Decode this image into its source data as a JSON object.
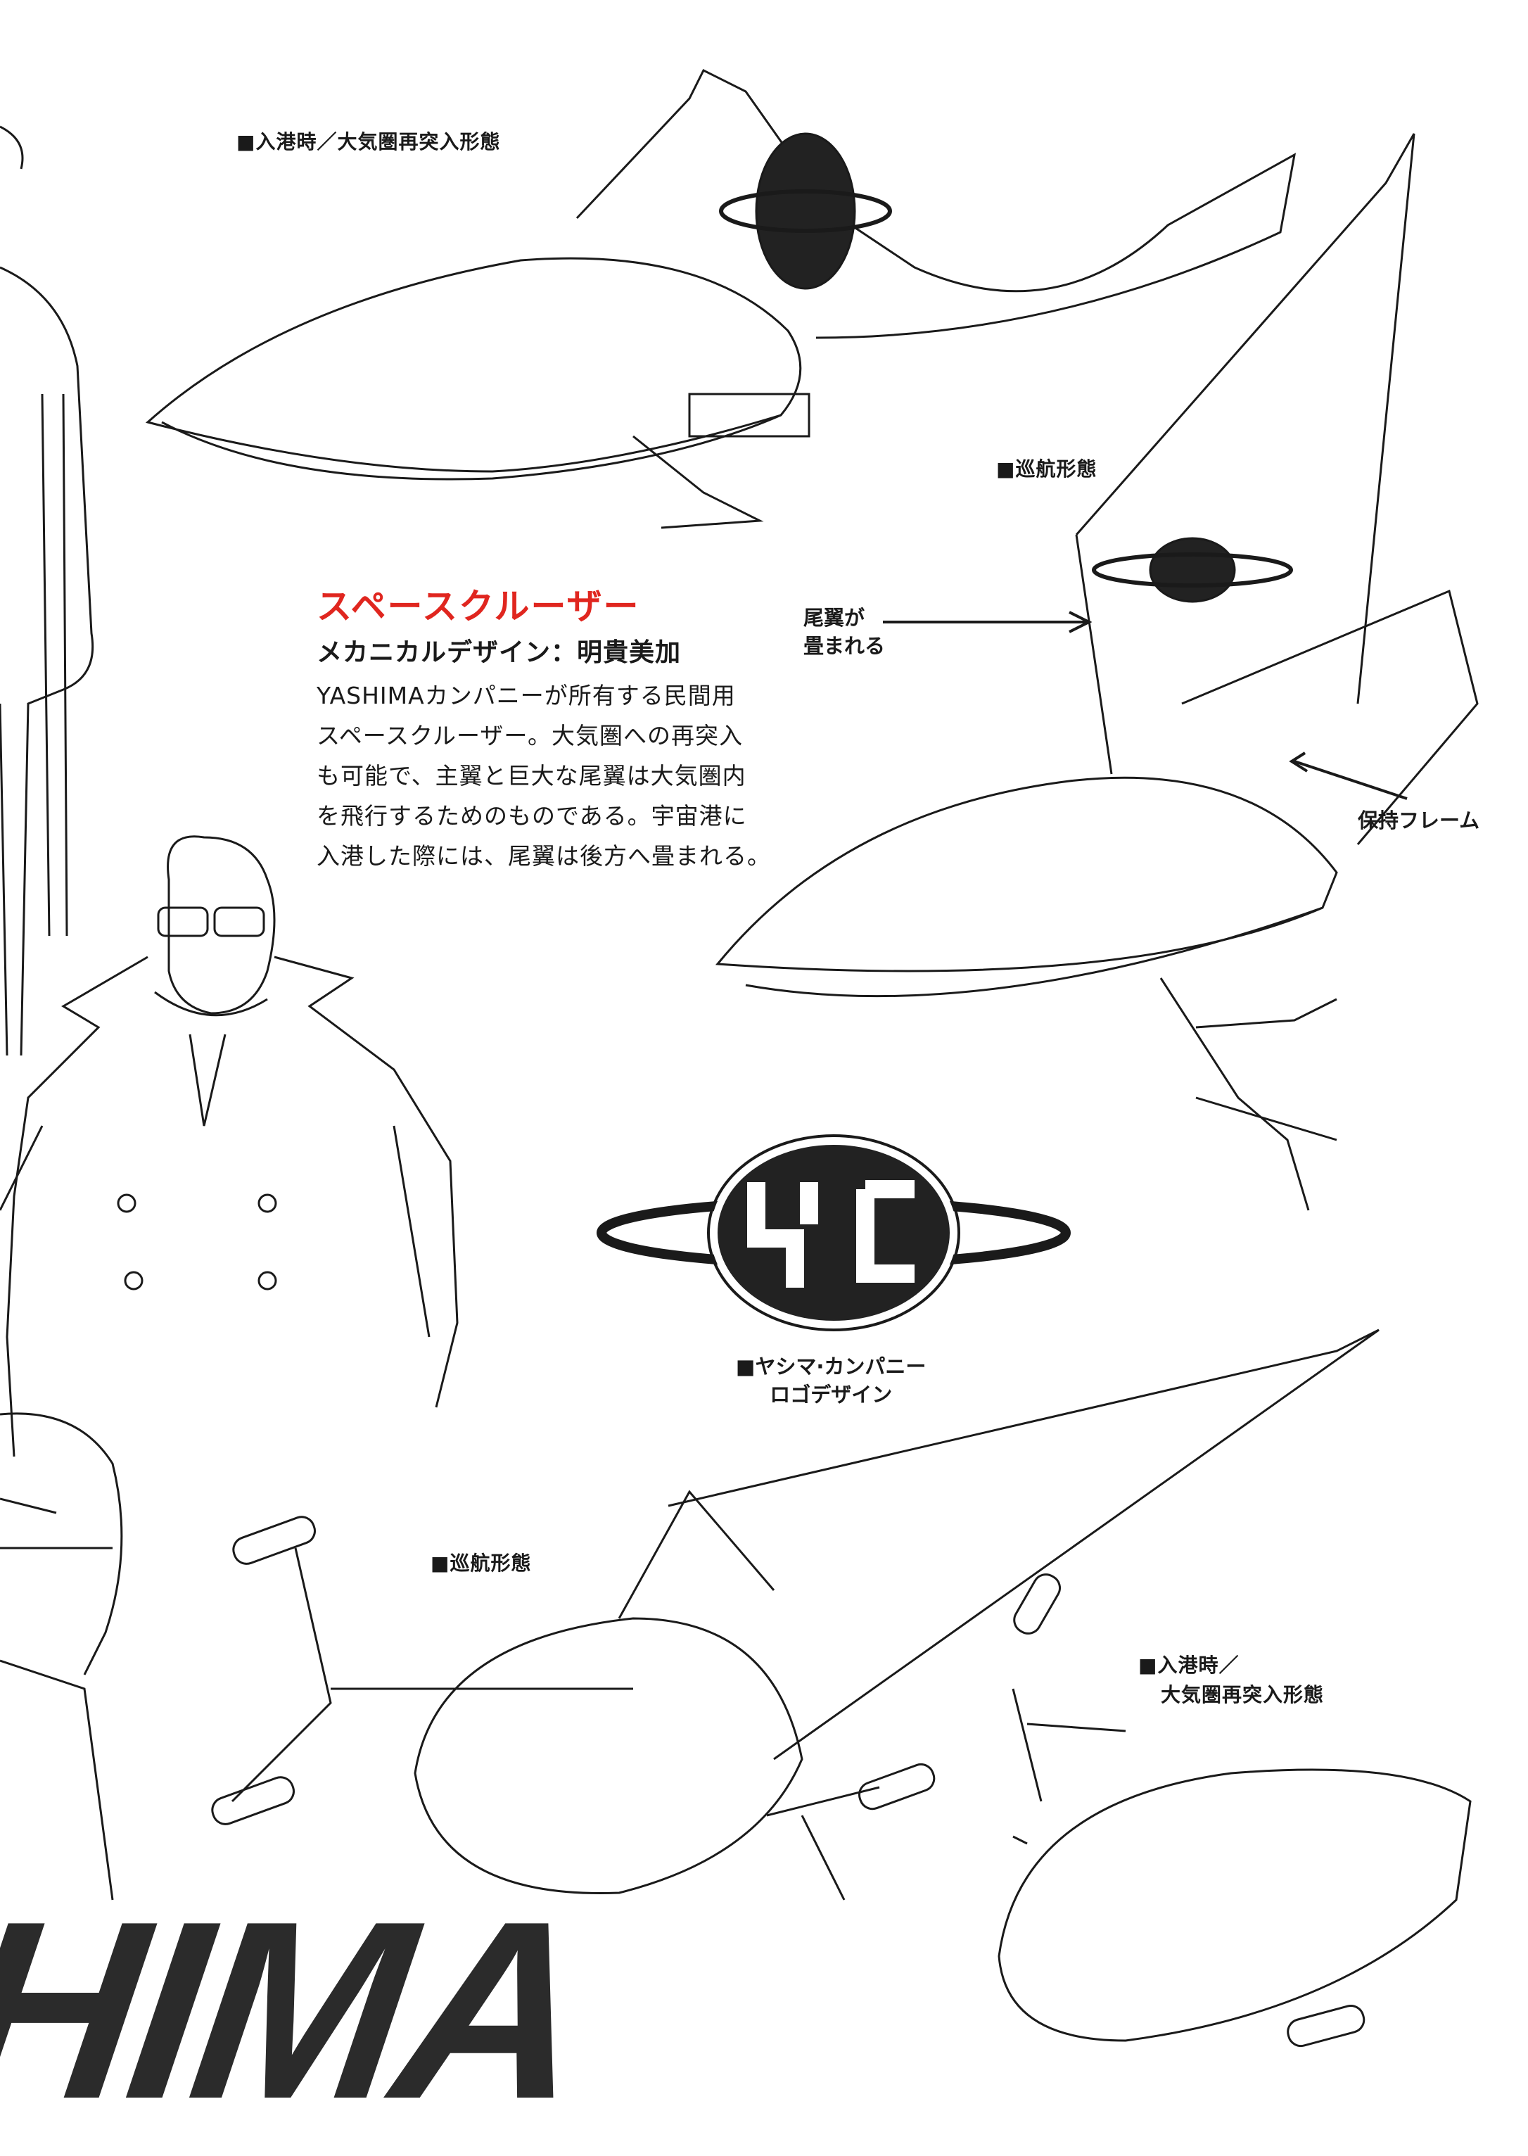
{
  "labels": {
    "top_mode": "■入港時／大気圏再突入形態",
    "cruise_mode_right": "■巡航形態",
    "cruise_mode_bottom": "■巡航形態",
    "port_mode_bottom_line1": "■入港時／",
    "port_mode_bottom_line2": "大気圏再突入形態"
  },
  "article": {
    "title": "スペースクルーザー",
    "subtitle": "メカニカルデザイン：明貴美加",
    "paragraph": [
      "YASHIMAカンパニーが所有する民間用",
      "スペースクルーザー。大気圏への再突入",
      "も可能で、主翼と巨大な尾翼は大気圏内",
      "を飛行するためのものである。宇宙港に",
      "入港した際には、尾翼は後方へ畳まれる。"
    ]
  },
  "annotations": {
    "tail_folded_line1": "尾翼が",
    "tail_folded_line2": "畳まれる",
    "holding_frame": "保持フレーム"
  },
  "logo": {
    "caption_line1": "■ヤシマ·カンパニー",
    "caption_line2": "ロゴデザイン",
    "mark_text": "YC"
  },
  "big_text": "HIMA",
  "colors": {
    "title_red": "#e0261f",
    "ink": "#1a1a1a"
  }
}
